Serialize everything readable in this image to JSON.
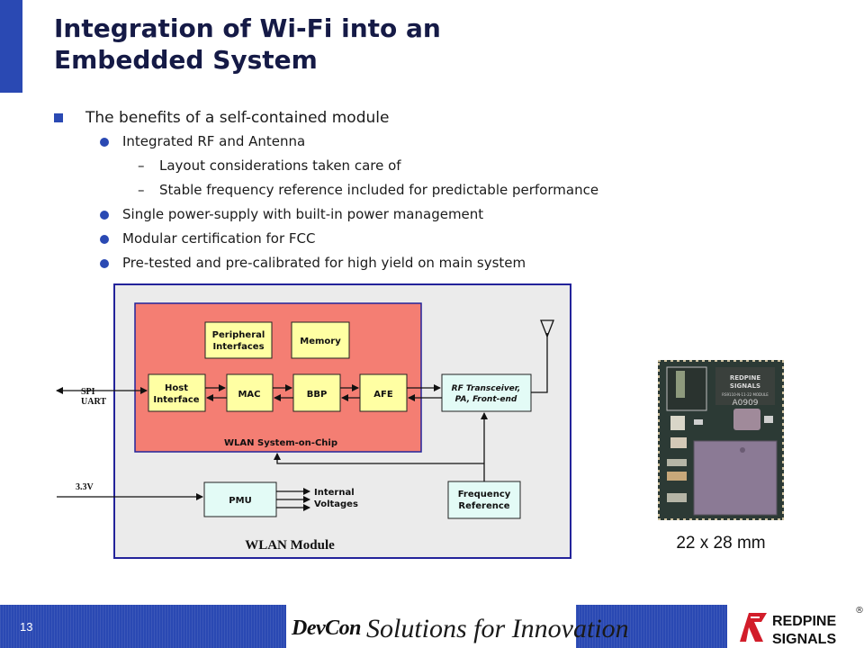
{
  "slide": {
    "title_line1": "Integration of Wi-Fi into an",
    "title_line2": "Embedded System",
    "page_number": "13",
    "accent_color": "#2a49b3"
  },
  "bullets": {
    "main": "The benefits of a self-contained module",
    "rf": "Integrated RF and Antenna",
    "rf_sub1": "Layout considerations taken care of",
    "rf_sub2": "Stable frequency reference included for predictable performance",
    "power": "Single power-supply with built-in power management",
    "cert": "Modular certification for FCC",
    "tested": "Pre-tested and pre-calibrated for high yield on main system"
  },
  "diagram": {
    "module_label": "WLAN Module",
    "soc_label": "WLAN System-on-Chip",
    "peripheral_line1": "Peripheral",
    "peripheral_line2": "Interfaces",
    "memory": "Memory",
    "host_line1": "Host",
    "host_line2": "Interface",
    "mac": "MAC",
    "bbp": "BBP",
    "afe": "AFE",
    "rf_line1": "RF Transceiver,",
    "rf_line2": "PA, Front-end",
    "pmu": "PMU",
    "internal_line1": "Internal",
    "internal_line2": "Voltages",
    "freq_line1": "Frequency",
    "freq_line2": "Reference",
    "spi": "SPI",
    "uart": "UART",
    "supply": "3.3V"
  },
  "photo": {
    "caption": "22 x 28 mm",
    "chip_text1": "REDPINE",
    "chip_text2": "SIGNALS",
    "chip_part": "RS9110-N-11-22 MODULE",
    "chip_code": "A0909"
  },
  "footer": {
    "devcon": "DevCon",
    "tagline": "Solutions for Innovation",
    "logo_line1": "REDPINE",
    "logo_line2": "SIGNALS",
    "registered": "®"
  }
}
